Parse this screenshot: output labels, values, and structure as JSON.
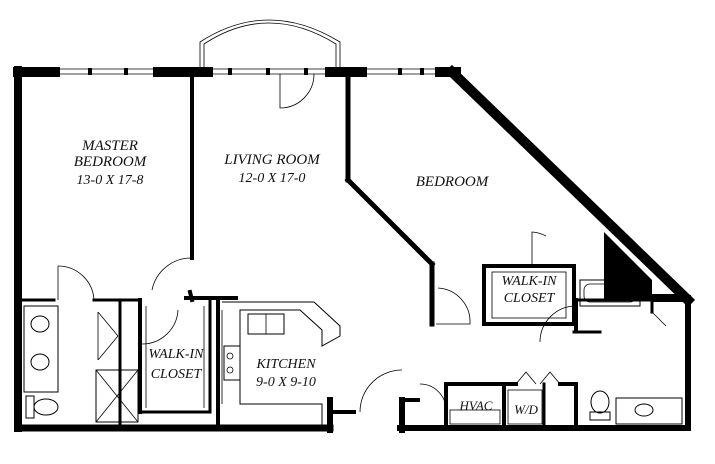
{
  "rooms": {
    "master_bedroom": {
      "line1": "MASTER",
      "line2": "BEDROOM",
      "size": "13-0 X 17-8"
    },
    "living_room": {
      "line1": "LIVING ROOM",
      "size": "12-0 X 17-0"
    },
    "bedroom": {
      "line1": "BEDROOM"
    },
    "walkin_closet_right": {
      "line1": "WALK-IN",
      "line2": "CLOSET"
    },
    "walkin_closet_left": {
      "line1": "WALK-IN",
      "line2": "CLOSET"
    },
    "kitchen": {
      "line1": "KITCHEN",
      "size": "9-0 X 9-10"
    },
    "hvac": {
      "line1": "HVAC"
    },
    "washer_dryer": {
      "line1": "W/D"
    }
  },
  "colors": {
    "wall": "#000000",
    "background": "#ffffff",
    "text": "#111111"
  }
}
